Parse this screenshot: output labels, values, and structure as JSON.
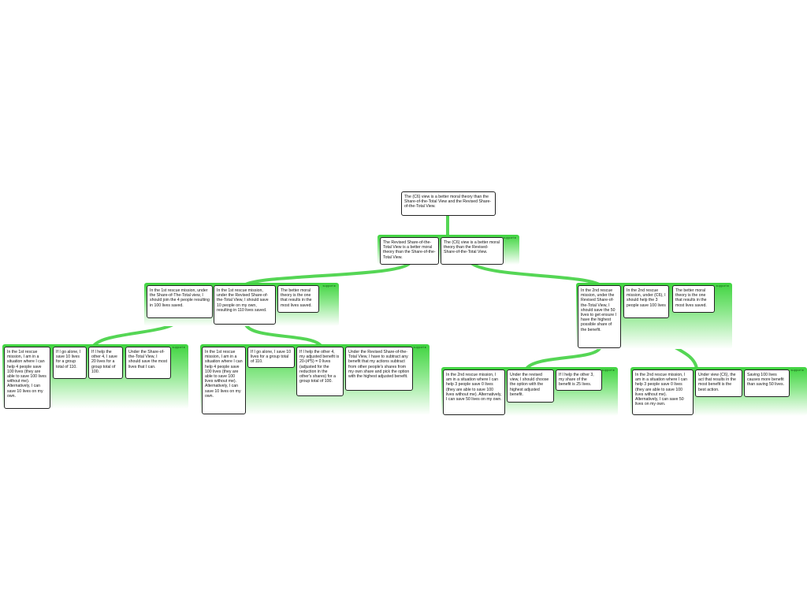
{
  "support_label": "support",
  "colors": {
    "link": "#55d655",
    "group_top": "#3fd43f",
    "border": "#222222"
  },
  "nodes": {
    "root": "The (C6) view is a better moral theory than the Share-of-the-Total View and the Revised Share-of-the-Total View.",
    "l1a": "The Revised Share-of-the-Total View is a better moral theory than the Share-of-the-Total View.",
    "l1b": "The (C6) view is a better moral theory than the Revised-Share-of-the-Total View.",
    "l2a": "In the 1st rescue mission, under the Share-of-The-Total view, I should join the 4 people resulting in 100 lives saved.",
    "l2b": "In the 1st rescue mission, under the Revised Share-of-the-Total View, I should save 10 people on my own, resulting in 110 lives saved.",
    "l2c": "The better moral theory is the one that results in the most lives saved.",
    "l2d": "In the 2nd rescue mission, under the Revised Share-of-the-Total View, I should save the 50 lives to get ensure I have the highest possible share of the benefit.",
    "l2e": "In the 2nd rescue mission, under (C6), I should help the 3 people save 100 lives",
    "l2f": "The better moral theory is the one that results in the most lives saved.",
    "g1a": "In the 1st rescue mission, I am in a situation where I can help 4 people save 100 lives (they are able to save 100 lives without me). Alternatively, I can save 10 lives on my own.",
    "g1b": "If I go alone, I save 10 lives for a group total of 110.",
    "g1c": "If I help the other 4, I save 20 lives for a group total of 100.",
    "g1d": "Under the Share-of-the-Total View, I should save the most lives that I can.",
    "g2a": "In the 1st rescue mission, I am in a situation where I can help 4 people save 100 lives (they are able to save 100 lives without me). Alternatively, I can save 10 lives on my own.",
    "g2b": "If I go alone, I save 10 lives for a group total of 110.",
    "g2c": "If I help the other 4, my adjusted benefit is 20-(4*5) = 0 lives (adjusted for the reduction in the other's shares) for a group total of 100.",
    "g2d": "Under the Revised Share-of-the-Total View, I have to subtract any benefit that my actions subtract from other people's shares from my own share and pick the option with the highest adjusted benefit.",
    "g3a": "In the 2nd rescue mission, I am in a situation where I can help 3 people save 0 lives (they are able to save 100 lives without me). Alternatively, I can save 50 lives on my own.",
    "g3b": "Under the revised view, I should choose the option with the highest adjusted benefit.",
    "g3c": "If I help the other 3, my share of the benefit is 25 lives.",
    "g4a": "In the 2nd rescue mission, I am in a situation where I can help 3 people save 0 lives (they are able to save 100 lives without me). Alternatively, I can save 50 lives on my own.",
    "g4b": "Under view (C6), the act that results in the most benefit is the best action.",
    "g4c": "Saving 100 lives causes more benefit than saving 50 lives."
  }
}
